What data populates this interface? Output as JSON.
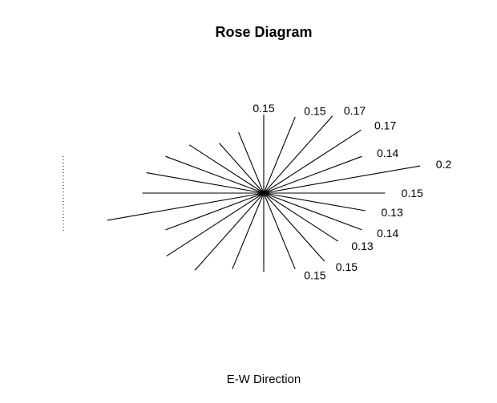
{
  "chart_data": {
    "type": "rose",
    "title": "Rose Diagram",
    "xlabel": "E-W Direction",
    "ylabel": "",
    "center": "origin",
    "angles_deg": [
      0,
      15,
      30,
      45,
      60,
      75,
      90,
      105,
      120,
      135,
      150,
      165,
      180,
      195,
      210,
      225,
      240,
      255,
      270,
      285,
      300,
      315,
      330,
      345
    ],
    "values": [
      0.15,
      0.2,
      0.14,
      0.17,
      0.17,
      0.15,
      0.15,
      0.12,
      0.11,
      0.13,
      0.14,
      0.15,
      0.15,
      0.2,
      0.14,
      0.17,
      0.17,
      0.15,
      0.15,
      0.15,
      0.15,
      0.13,
      0.14,
      0.13
    ],
    "labeled": [
      true,
      true,
      true,
      true,
      true,
      true,
      true,
      false,
      false,
      false,
      false,
      false,
      false,
      false,
      false,
      false,
      false,
      false,
      false,
      true,
      true,
      true,
      true,
      true
    ],
    "labels": [
      "0.15",
      "0.2",
      "0.14",
      "0.17",
      "0.17",
      "0.15",
      "0.15",
      "",
      "",
      "",
      "",
      "",
      "",
      "",
      "",
      "",
      "",
      "",
      "",
      "0.15",
      "0.15",
      "0.13",
      "0.14",
      "0.13"
    ]
  }
}
